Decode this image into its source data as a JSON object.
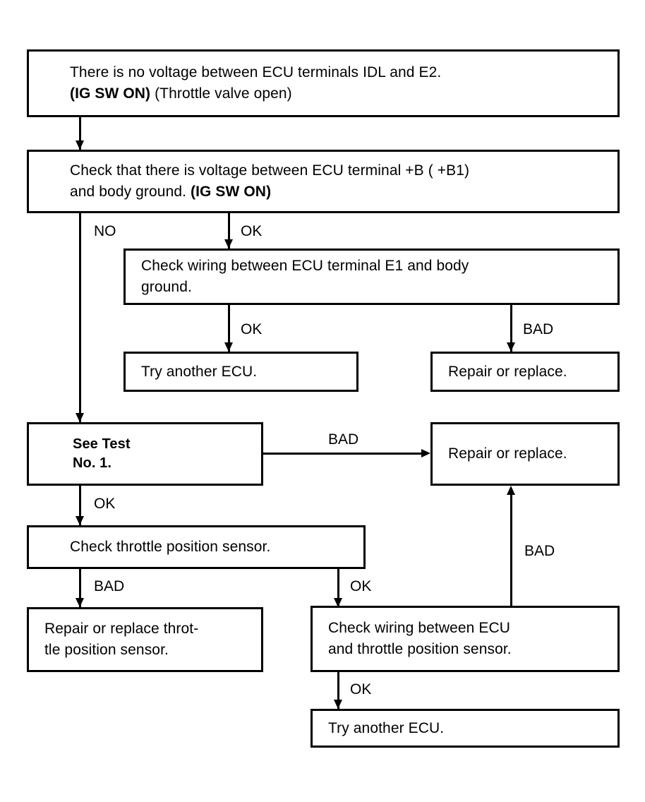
{
  "diagram": {
    "title": "ECU terminal IDL / E2 no-voltage troubleshooting flowchart",
    "type": "flowchart",
    "background_color": "#ffffff",
    "line_color": "#000000",
    "nodes": [
      {
        "id": "symptom",
        "text_line1": "There is no voltage between ECU terminals IDL and E2.",
        "text_line2_bold": "(IG SW ON)",
        "text_line2_rest": " (Throttle valve open)"
      },
      {
        "id": "check-b-voltage",
        "text_line1": "Check that there is voltage between ECU terminal  +B ( +B1)",
        "text_line2_rest": "and body ground. ",
        "text_line2_bold": "(IG SW ON)"
      },
      {
        "id": "check-e1-wiring",
        "text": "Check wiring between ECU terminal E1 and body\nground."
      },
      {
        "id": "try-another-ecu-1",
        "text": "Try another ECU."
      },
      {
        "id": "repair-or-replace-1",
        "text": "Repair or replace."
      },
      {
        "id": "see-test-no-1",
        "text": "See Test\nNo. 1."
      },
      {
        "id": "repair-or-replace-2",
        "text": "Repair or replace."
      },
      {
        "id": "check-tps",
        "text": "Check throttle position sensor."
      },
      {
        "id": "repair-or-replace-tps",
        "text": "Repair or replace throt-\ntle position sensor."
      },
      {
        "id": "check-tps-wiring",
        "text": "Check wiring between ECU\nand throttle position sensor."
      },
      {
        "id": "try-another-ecu-2",
        "text": "Try another ECU."
      }
    ],
    "edge_labels": {
      "no": "NO",
      "ok_1": "OK",
      "ok_2": "OK",
      "bad_1": "BAD",
      "bad_2": "BAD",
      "ok_3": "OK",
      "bad_3": "BAD",
      "ok_4": "OK",
      "bad_4": "BAD",
      "ok_5": "OK"
    }
  }
}
